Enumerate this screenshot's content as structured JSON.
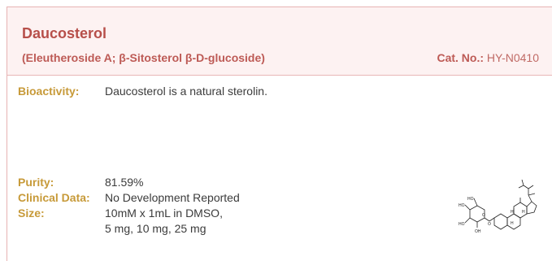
{
  "product": {
    "name": "Daucosterol",
    "synonyms": "(Eleutheroside A; β-Sitosterol β-D-glucoside)",
    "cat_label": "Cat. No.:",
    "cat_value": "HY-N0410"
  },
  "bioactivity": {
    "label": "Bioactivity:",
    "value": "Daucosterol is a natural sterolin."
  },
  "purity": {
    "label": "Purity:",
    "value": "81.59%"
  },
  "clinical": {
    "label": "Clinical Data:",
    "value": "No Development Reported"
  },
  "size": {
    "label": "Size:",
    "line1": "10mM x 1mL in DMSO,",
    "line2": "5 mg, 10 mg, 25 mg"
  },
  "structure": {
    "icon": "chemical-structure-icon",
    "atoms": {
      "ho1": "HO",
      "ho2": "HO",
      "ho3": "HO",
      "oh": "OH",
      "o1": "O",
      "o2": "O",
      "h1": "H",
      "h2": "H",
      "h3": "H"
    }
  }
}
